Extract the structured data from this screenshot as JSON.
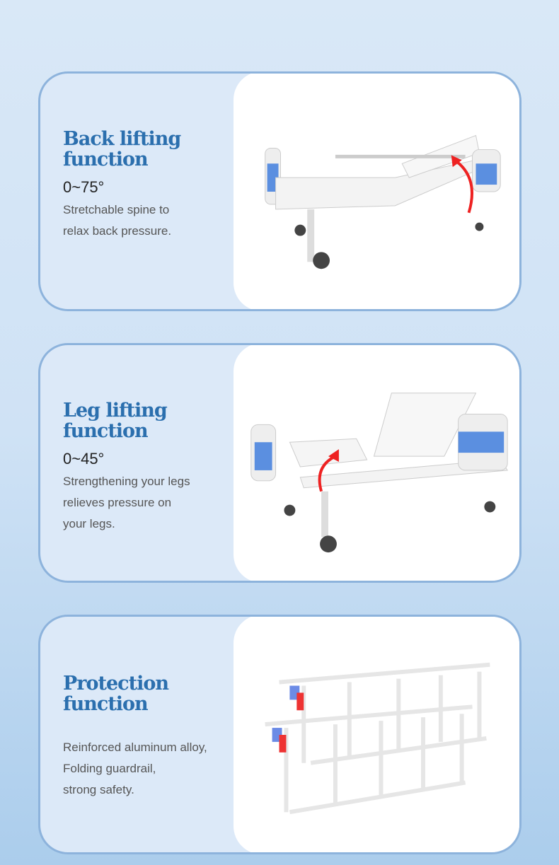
{
  "features": [
    {
      "title_line1": "Back lifting",
      "title_line2": "function",
      "angle": "0~75°",
      "desc": [
        "Stretchable spine to",
        "relax back pressure."
      ]
    },
    {
      "title_line1": "Leg lifting",
      "title_line2": "function",
      "angle": "0~45°",
      "desc": [
        "Strengthening your legs",
        "relieves pressure on",
        "your legs."
      ]
    },
    {
      "title_line1": "Protection",
      "title_line2": "function",
      "desc": [
        "Reinforced aluminum alloy,",
        "Folding guardrail,",
        "strong safety."
      ]
    }
  ]
}
